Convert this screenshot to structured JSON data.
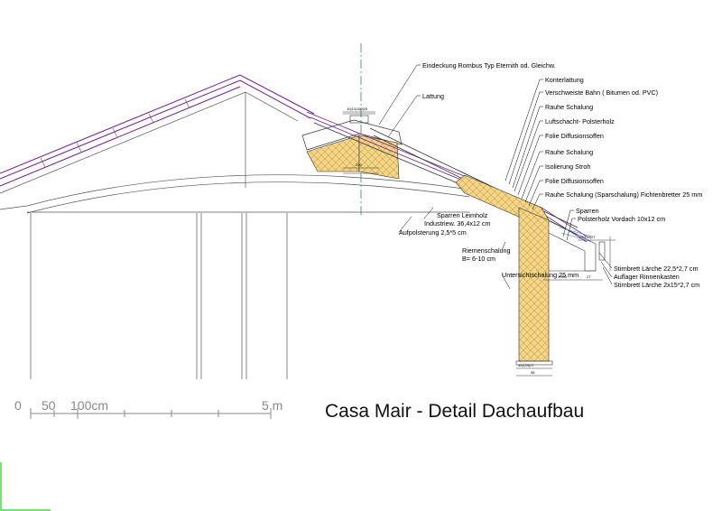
{
  "title": "Casa Mair - Detail Dachaufbau",
  "scale_bar": {
    "labels": [
      "0",
      "50",
      "100cm",
      "5 m"
    ]
  },
  "labels": {
    "eindeckung": "Eindeckung Rombus Typ Eternith od. Gleichw.",
    "lattung": "Lattung",
    "konterlattung": "Konterlattung",
    "verschweiste_bahn": "Verschweiste Bahn ( Bitumen od. PVC)",
    "rauhe_schalung_1": "Rauhe Schalung",
    "luftschacht": "Luftschacht- Polsterholz",
    "folie_diff_1": "Folie Diffusionsoffen",
    "rauhe_schalung_2": "Rauhe Schalung",
    "isolierung": "Isolierung Stroh",
    "folie_diff_2": "Folie Diffusionsoffen",
    "rauhe_schalung_spar": "Rauhe Schalung (Sparschalung) Fichtenbretter 25 mm",
    "sparren": "Sparren",
    "polsterholz_vordach": "Polsterholz Vordach 10x12 cm",
    "sparren_leimholz_1": "Sparren Leimholz",
    "sparren_leimholz_2": "Industriew. 36,4x12 cm",
    "aufpolsterung": "Aufpolsterung 2,5*5 cm",
    "riemenschalung_1": "Riemenschalung",
    "riemenschalung_2": "B= 6-10 cm",
    "untersichtschalung": "Untersichtschalung 25 mm",
    "stirnbrett_1": "Stirnbrett Lärche 22,5*2,7 cm",
    "auflager": "Auflager Rinnenkasten",
    "stirnbrett_2": "Stirnbrett Lärche 2x15*2,7 cm"
  },
  "dims": {
    "ridge_top": "10|10|150|25",
    "ridge_bottom": "200",
    "eave_top": "25|150|27",
    "eave_bottom": "1.000",
    "eave_side": "27",
    "wall_bottom": "40|120|27",
    "wall_base": "58"
  },
  "colors": {
    "insulation": "#f4d68a",
    "insulation_hatch": "#c9a24a",
    "roof_outline": "#6b1f8a",
    "construction": "#555555",
    "axis": "#2e8b57"
  }
}
